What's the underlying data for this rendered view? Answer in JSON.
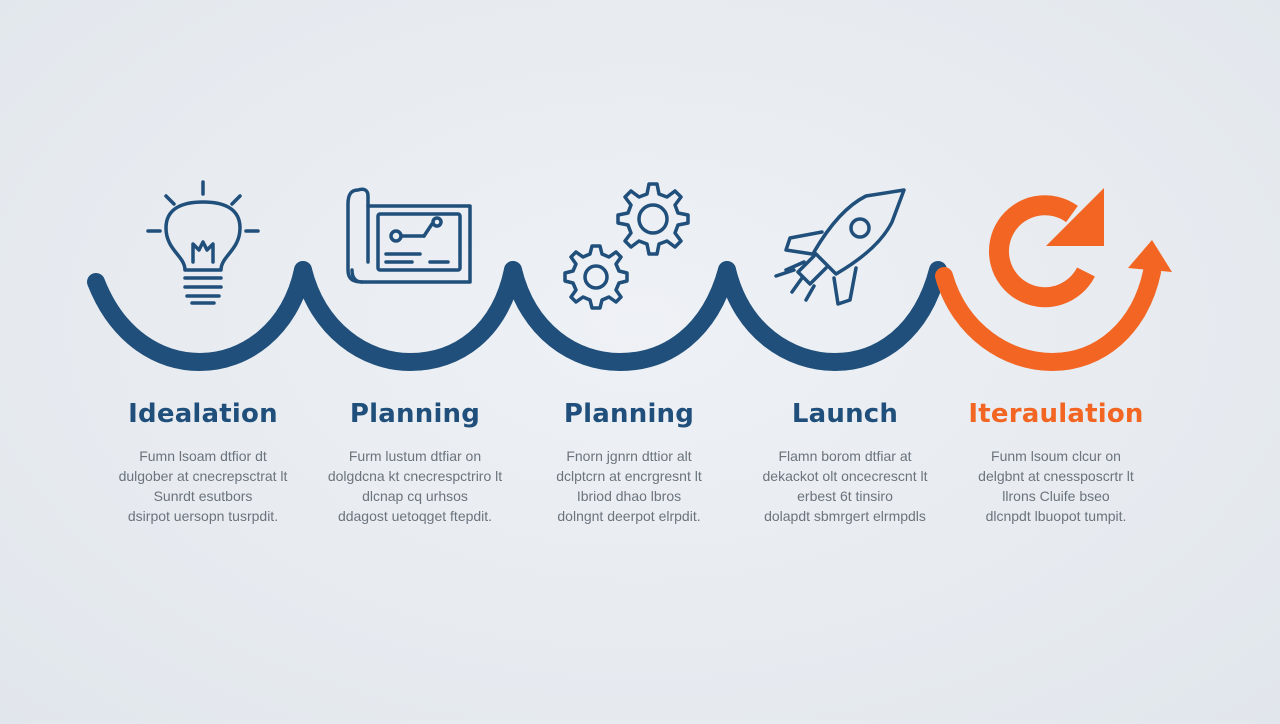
{
  "colors": {
    "primary": "#1f4f7a",
    "accent": "#f26522",
    "background": "#e9edf2",
    "text_muted": "#6b737c"
  },
  "steps": [
    {
      "title": "Idealation",
      "icon": "lightbulb-icon",
      "lines": [
        "Fumn lsoam dtfior dt",
        "dulgober at cnecrepsctrat lt",
        "Sunrdt esutbors",
        "dsirpot uersopn tusrpdit."
      ]
    },
    {
      "title": "Planning",
      "icon": "blueprint-icon",
      "lines": [
        "Furm lustum dtfiar on",
        "dolgdcna kt cnecrespctriro lt",
        "dlcnap cq urhsos",
        "ddagost uetoqget ftepdit."
      ]
    },
    {
      "title": "Planning",
      "icon": "gears-icon",
      "lines": [
        "Fnorn jgnrn dttior alt",
        "dclptcrn at encrgresnt lt",
        "Ibriod dhao lbros",
        "dolngnt deerpot elrpdit."
      ]
    },
    {
      "title": "Launch",
      "icon": "rocket-icon",
      "lines": [
        "Flamn borom dtfiar at",
        "dekackot olt oncecrescnt lt",
        "erbest 6t tinsiro",
        "dolapdt sbmrgert elrmpdls"
      ]
    },
    {
      "title": "Iteraulation",
      "icon": "refresh-cycle-icon",
      "lines": [
        "Funm lsoum clcur on",
        "delgbnt at cnessposcrtr lt",
        "llrons Cluife bseo",
        "dlcnpdt lbuopot tumpit."
      ]
    }
  ]
}
